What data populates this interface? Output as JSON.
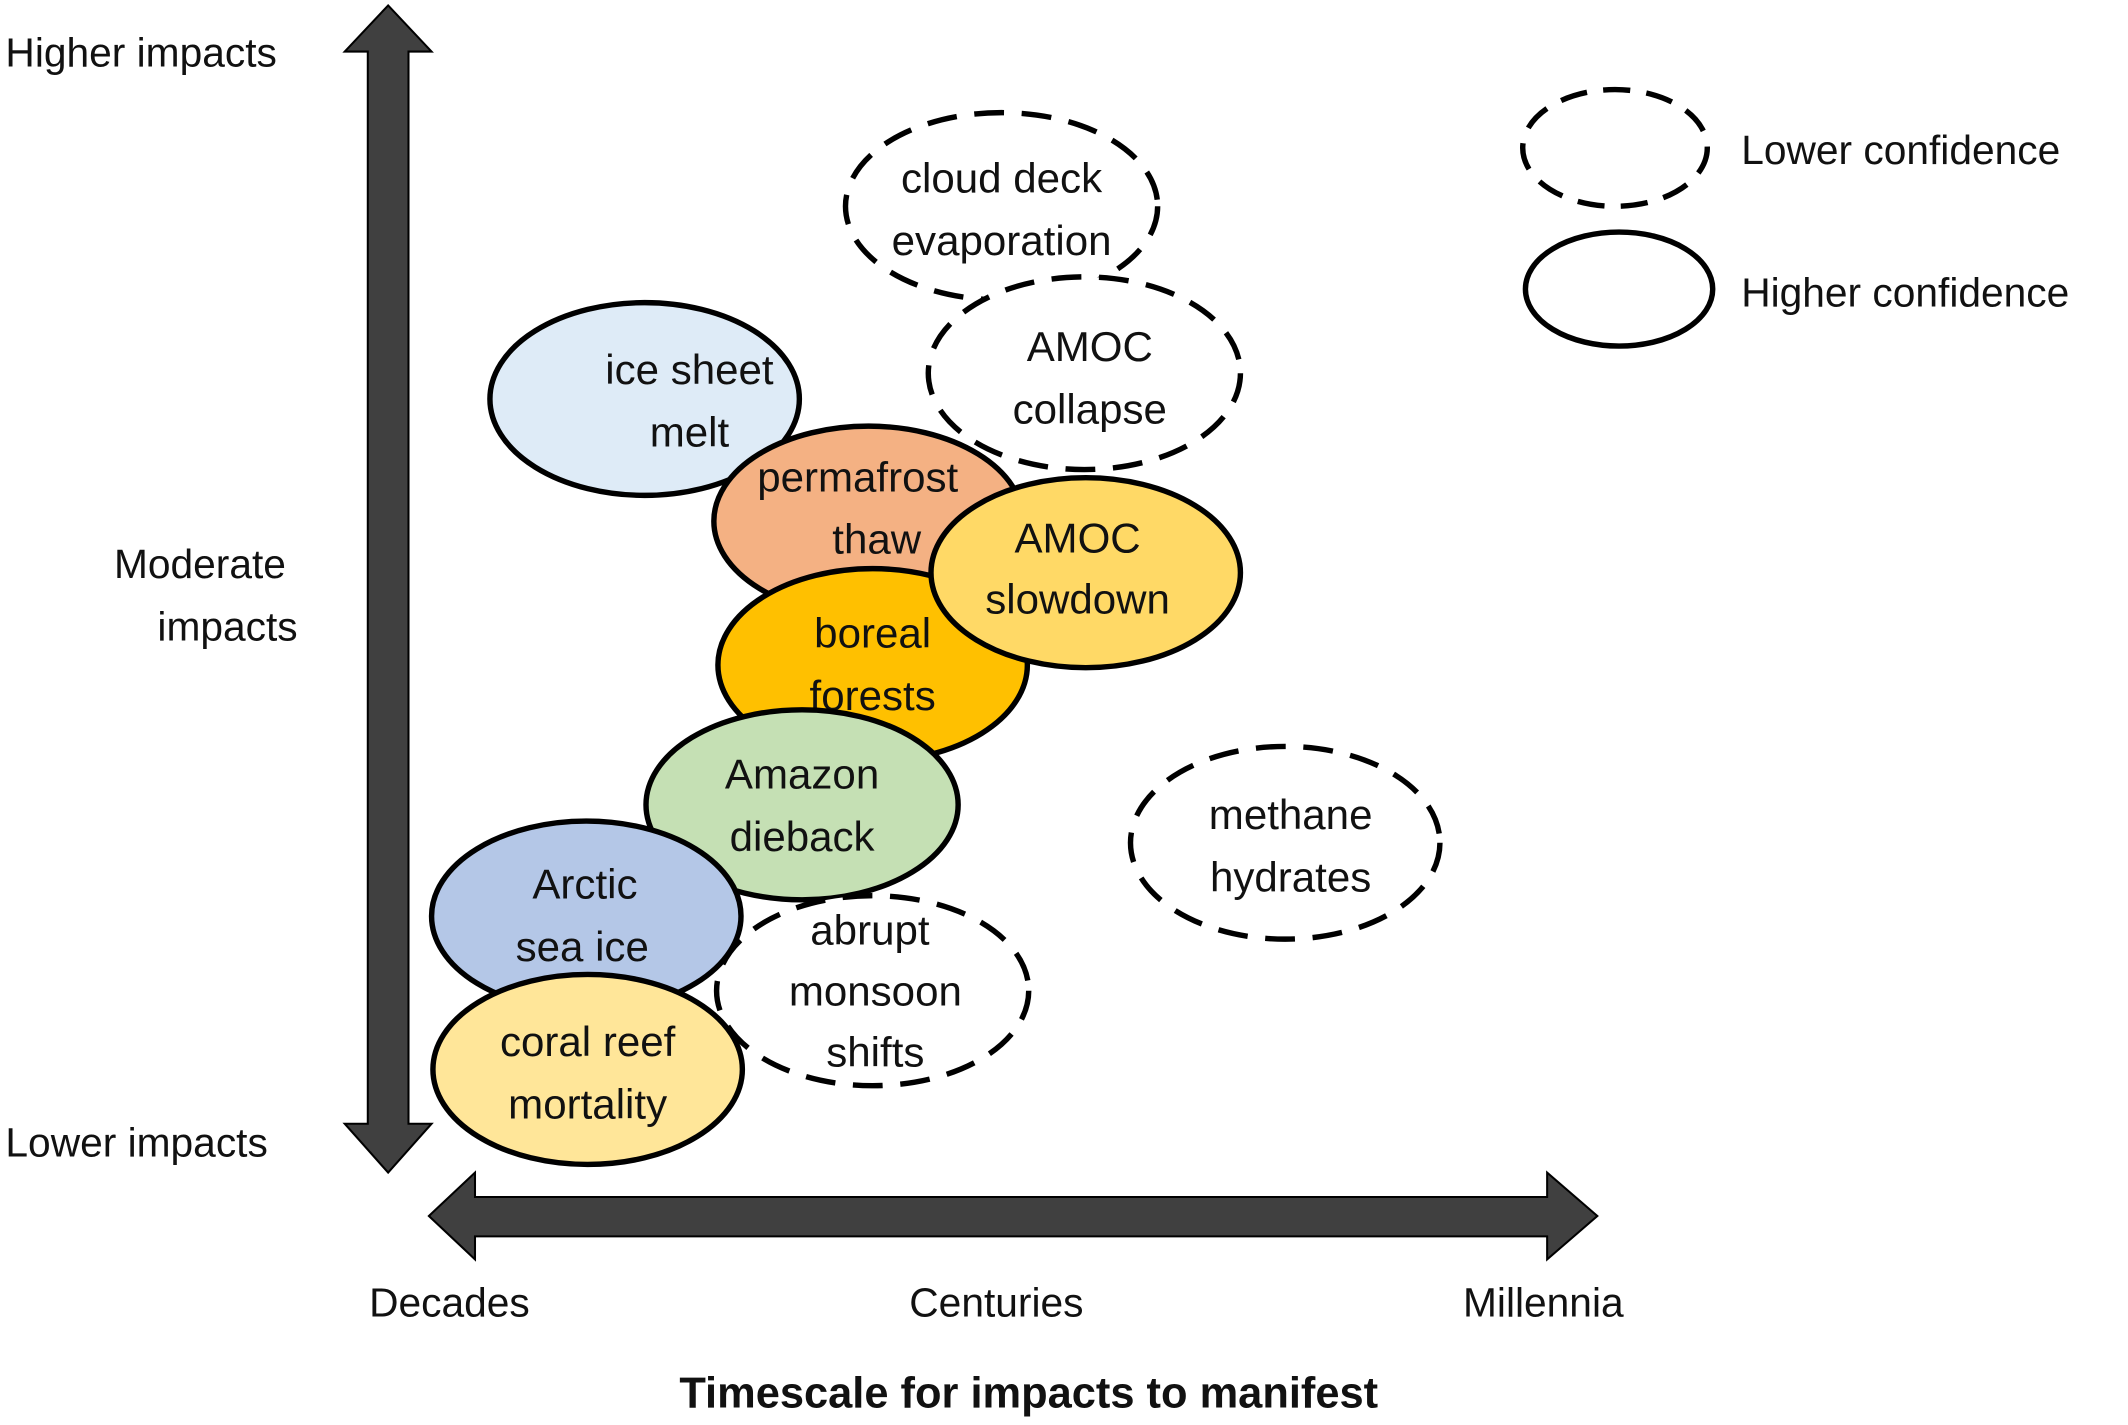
{
  "y_axis": {
    "top_label": "Higher impacts",
    "middle_label_line1": "Moderate",
    "middle_label_line2": "impacts",
    "bottom_label": "Lower impacts"
  },
  "x_axis": {
    "left_label": "Decades",
    "middle_label": "Centuries",
    "right_label": "Millennia",
    "title": "Timescale for impacts to manifest"
  },
  "legend": {
    "lower": "Lower confidence",
    "higher": "Higher confidence"
  },
  "colors": {
    "arrow": "#404040",
    "ice_sheet": "#deebf7",
    "permafrost": "#f4b183",
    "amoc_slowdown": "#ffd966",
    "boreal": "#ffc000",
    "amazon": "#c5e0b4",
    "arctic": "#b4c7e7",
    "coral": "#ffe699"
  },
  "elements": [
    {
      "id": "cloud-deck",
      "line1": "cloud deck",
      "line2": "evaporation",
      "confidence": "lower"
    },
    {
      "id": "amoc-collapse",
      "line1": "AMOC",
      "line2": "collapse",
      "confidence": "lower"
    },
    {
      "id": "ice-sheet",
      "line1": "ice sheet",
      "line2": "melt",
      "confidence": "higher"
    },
    {
      "id": "permafrost",
      "line1": "permafrost",
      "line2": "thaw",
      "confidence": "higher"
    },
    {
      "id": "amoc-slowdown",
      "line1": "AMOC",
      "line2": "slowdown",
      "confidence": "higher"
    },
    {
      "id": "boreal",
      "line1": "boreal",
      "line2": "forests",
      "confidence": "higher"
    },
    {
      "id": "amazon",
      "line1": "Amazon",
      "line2": "dieback",
      "confidence": "higher"
    },
    {
      "id": "methane",
      "line1": "methane",
      "line2": "hydrates",
      "confidence": "lower"
    },
    {
      "id": "arctic",
      "line1": "Arctic",
      "line2": "sea ice",
      "confidence": "higher"
    },
    {
      "id": "monsoon",
      "line1": "abrupt",
      "line2": "monsoon",
      "line3": "shifts",
      "confidence": "lower"
    },
    {
      "id": "coral",
      "line1": "coral reef",
      "line2": "mortality",
      "confidence": "higher"
    }
  ]
}
